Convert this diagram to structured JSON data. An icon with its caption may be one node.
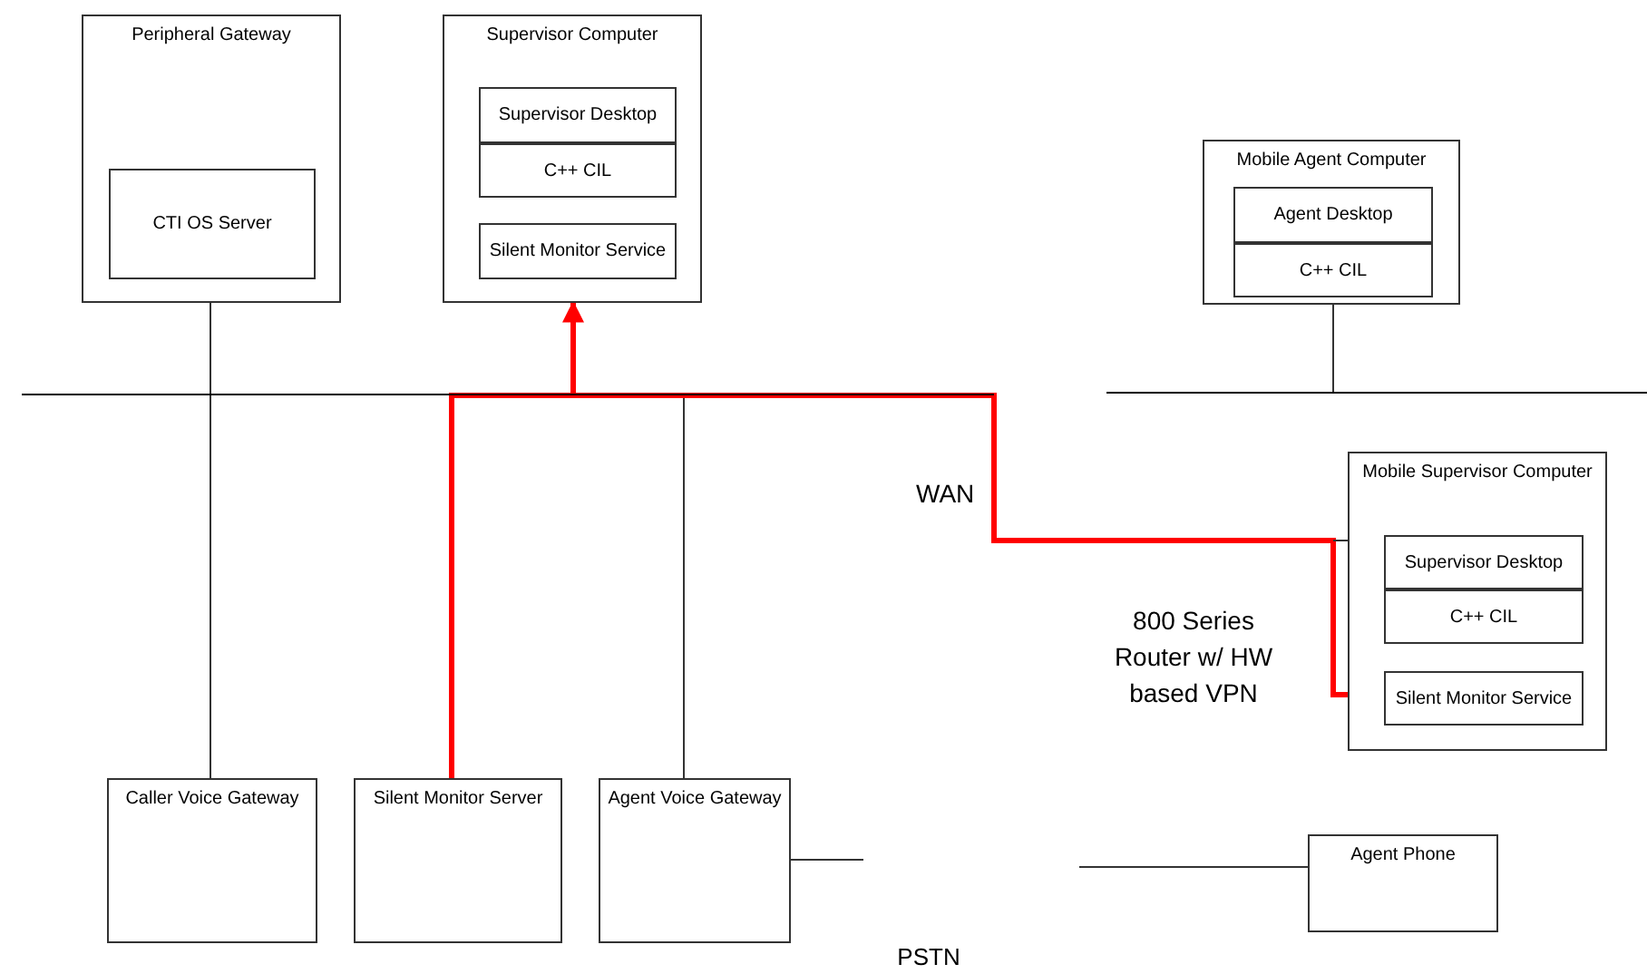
{
  "diagram": {
    "nodes": [
      {
        "text": [
          "Peripheral Gateway"
        ]
      },
      {
        "text": [
          "CTI OS Server"
        ],
        "in": 0
      },
      {
        "text": [
          "Supervisor Computer"
        ]
      },
      {
        "text": [
          "Supervisor Desktop"
        ],
        "in": 2
      },
      {
        "text": [
          "C++ CIL"
        ],
        "in": 2
      },
      {
        "text": [
          "Silent Monitor Service"
        ],
        "in": 2
      },
      {
        "text": [
          "Mobile Agent Computer"
        ]
      },
      {
        "text": [
          "Agent Desktop"
        ],
        "in": 6
      },
      {
        "text": [
          "C++ CIL"
        ],
        "in": 6
      },
      {
        "text": [
          "Mobile Supervisor Computer"
        ]
      },
      {
        "text": [
          "Supervisor Desktop"
        ],
        "in": 9
      },
      {
        "text": [
          "C++ CIL"
        ],
        "in": 9
      },
      {
        "text": [
          "Silent Monitor Service"
        ],
        "in": 9
      },
      {
        "text": [
          "Caller Voice Gateway"
        ]
      },
      {
        "text": [
          "Silent Monitor Server"
        ]
      },
      {
        "text": [
          "Agent Voice Gateway"
        ]
      },
      {
        "text": [
          "Agent Phone"
        ]
      },
      {
        "text": [],
        "shape": "bar"
      },
      {
        "text": [],
        "shape": "bar"
      }
    ],
    "edges": [
      {
        "from": 0,
        "to": 17,
        "arrow": "none"
      },
      {
        "from": 17,
        "to": 13,
        "arrow": "none"
      },
      {
        "from": 17,
        "to": 15,
        "arrow": "none"
      },
      {
        "from": 8,
        "to": 18,
        "arrow": "none"
      },
      {
        "from": 14,
        "to": 2,
        "arrow": "to",
        "style": "thick",
        "color": "#ff0000"
      },
      {
        "from": 14,
        "to": 12,
        "arrow": "to",
        "style": "thick",
        "color": "#ff0000"
      },
      {
        "from": null,
        "to": 9,
        "arrow": "none"
      },
      {
        "from": 15,
        "to": null,
        "arrow": "none"
      },
      {
        "from": null,
        "to": 16,
        "arrow": "none"
      }
    ],
    "labels": [
      "WAN",
      "800 Series Router w/ HW based VPN",
      "PSTN"
    ]
  }
}
